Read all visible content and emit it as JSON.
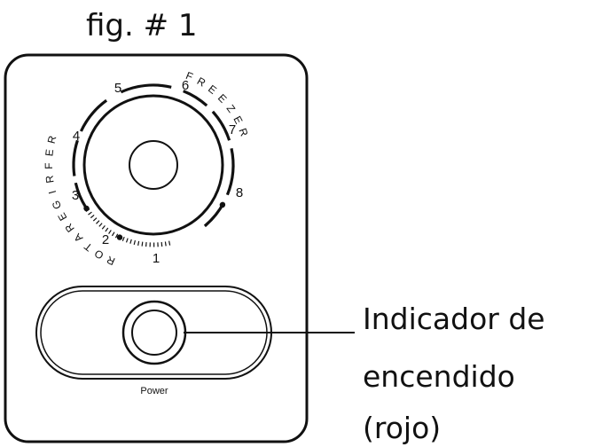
{
  "figure_title": "fig. # 1",
  "dial": {
    "numbers": [
      "1",
      "2",
      "3",
      "4",
      "5",
      "6",
      "7",
      "8"
    ],
    "freezer_label": "FREEZER",
    "refrigerator_label": "REFRIGERATOR"
  },
  "power": {
    "label": "Power"
  },
  "callout": {
    "lines": [
      "Indicador de",
      "encendido",
      "(rojo)"
    ]
  }
}
